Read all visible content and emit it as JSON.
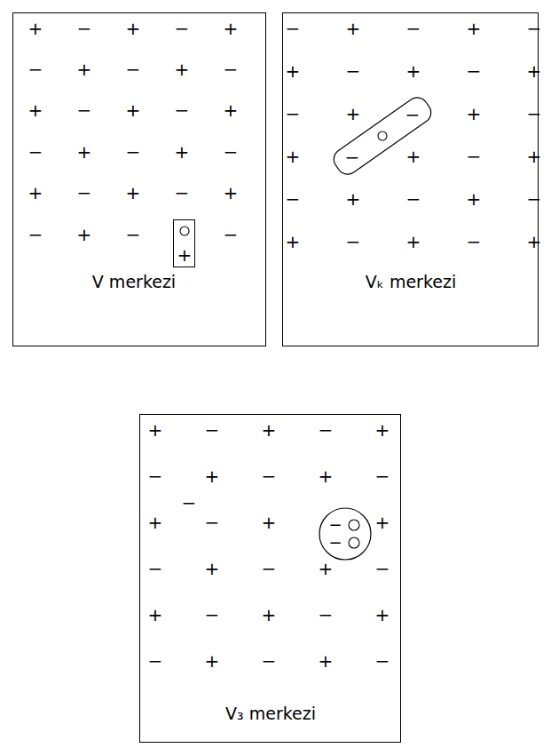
{
  "diagram": {
    "nodes": [
      {
        "text": [
          "V merkezi"
        ]
      },
      {
        "text": [
          "+"
        ],
        "in": 0
      },
      {
        "text": [
          "Vₖ merkezi"
        ]
      },
      {
        "text": [
          "−",
          "−"
        ],
        "in": 2
      },
      {
        "text": [
          "V₃ merkezi"
        ]
      },
      {
        "text": [
          "−",
          "−"
        ],
        "in": 4
      }
    ],
    "labels": [
      "+",
      "−",
      "+",
      "−",
      "+",
      "−",
      "+",
      "−",
      "+",
      "−",
      "+",
      "−",
      "+",
      "−",
      "+",
      "−",
      "+",
      "−",
      "+",
      "−",
      "+",
      "−",
      "+",
      "−",
      "+",
      "−",
      "+",
      "−",
      "−",
      "−",
      "+",
      "−",
      "+",
      "−",
      "+",
      "−",
      "+",
      "−",
      "+",
      "−",
      "+",
      "+",
      "−",
      "+",
      "+",
      "−",
      "+",
      "−",
      "+",
      "−",
      "+",
      "−",
      "+",
      "−",
      "+",
      "−",
      "+",
      "+",
      "−",
      "+",
      "−",
      "+",
      "−",
      "+",
      "−",
      "+",
      "−",
      "−",
      "+",
      "−",
      "+",
      "+",
      "−",
      "+",
      "−",
      "+",
      "−",
      "+",
      "−",
      "+",
      "−",
      "+",
      "−",
      "+",
      "−",
      "+",
      "−"
    ]
  }
}
